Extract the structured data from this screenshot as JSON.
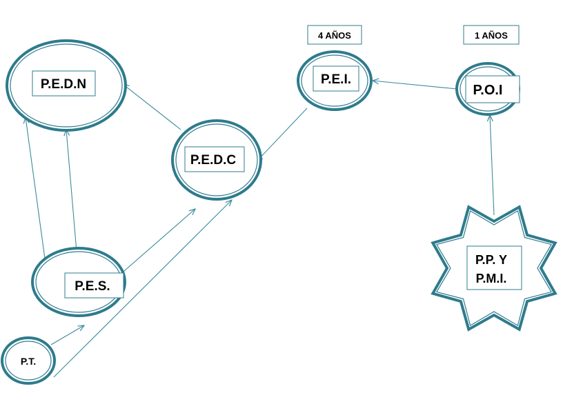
{
  "colors": {
    "stroke": "#2E7B8C",
    "arrow": "#3A8A9C",
    "box_border": "#2E7B8C",
    "background": "#ffffff",
    "text": "#000000"
  },
  "nodes": {
    "pedn": {
      "label": "P.E.D.N"
    },
    "pedc": {
      "label": "P.E.D.C"
    },
    "pei": {
      "label": "P.E.I."
    },
    "poi": {
      "label": "P.O.I"
    },
    "pes": {
      "label": "P.E.S."
    },
    "pt": {
      "label": "P.T."
    },
    "ppy": {
      "line1": "P.P. Y",
      "line2": "P.M.I."
    }
  },
  "labels": {
    "four_years": "4 AÑOS",
    "one_year": "1 AÑOS"
  }
}
